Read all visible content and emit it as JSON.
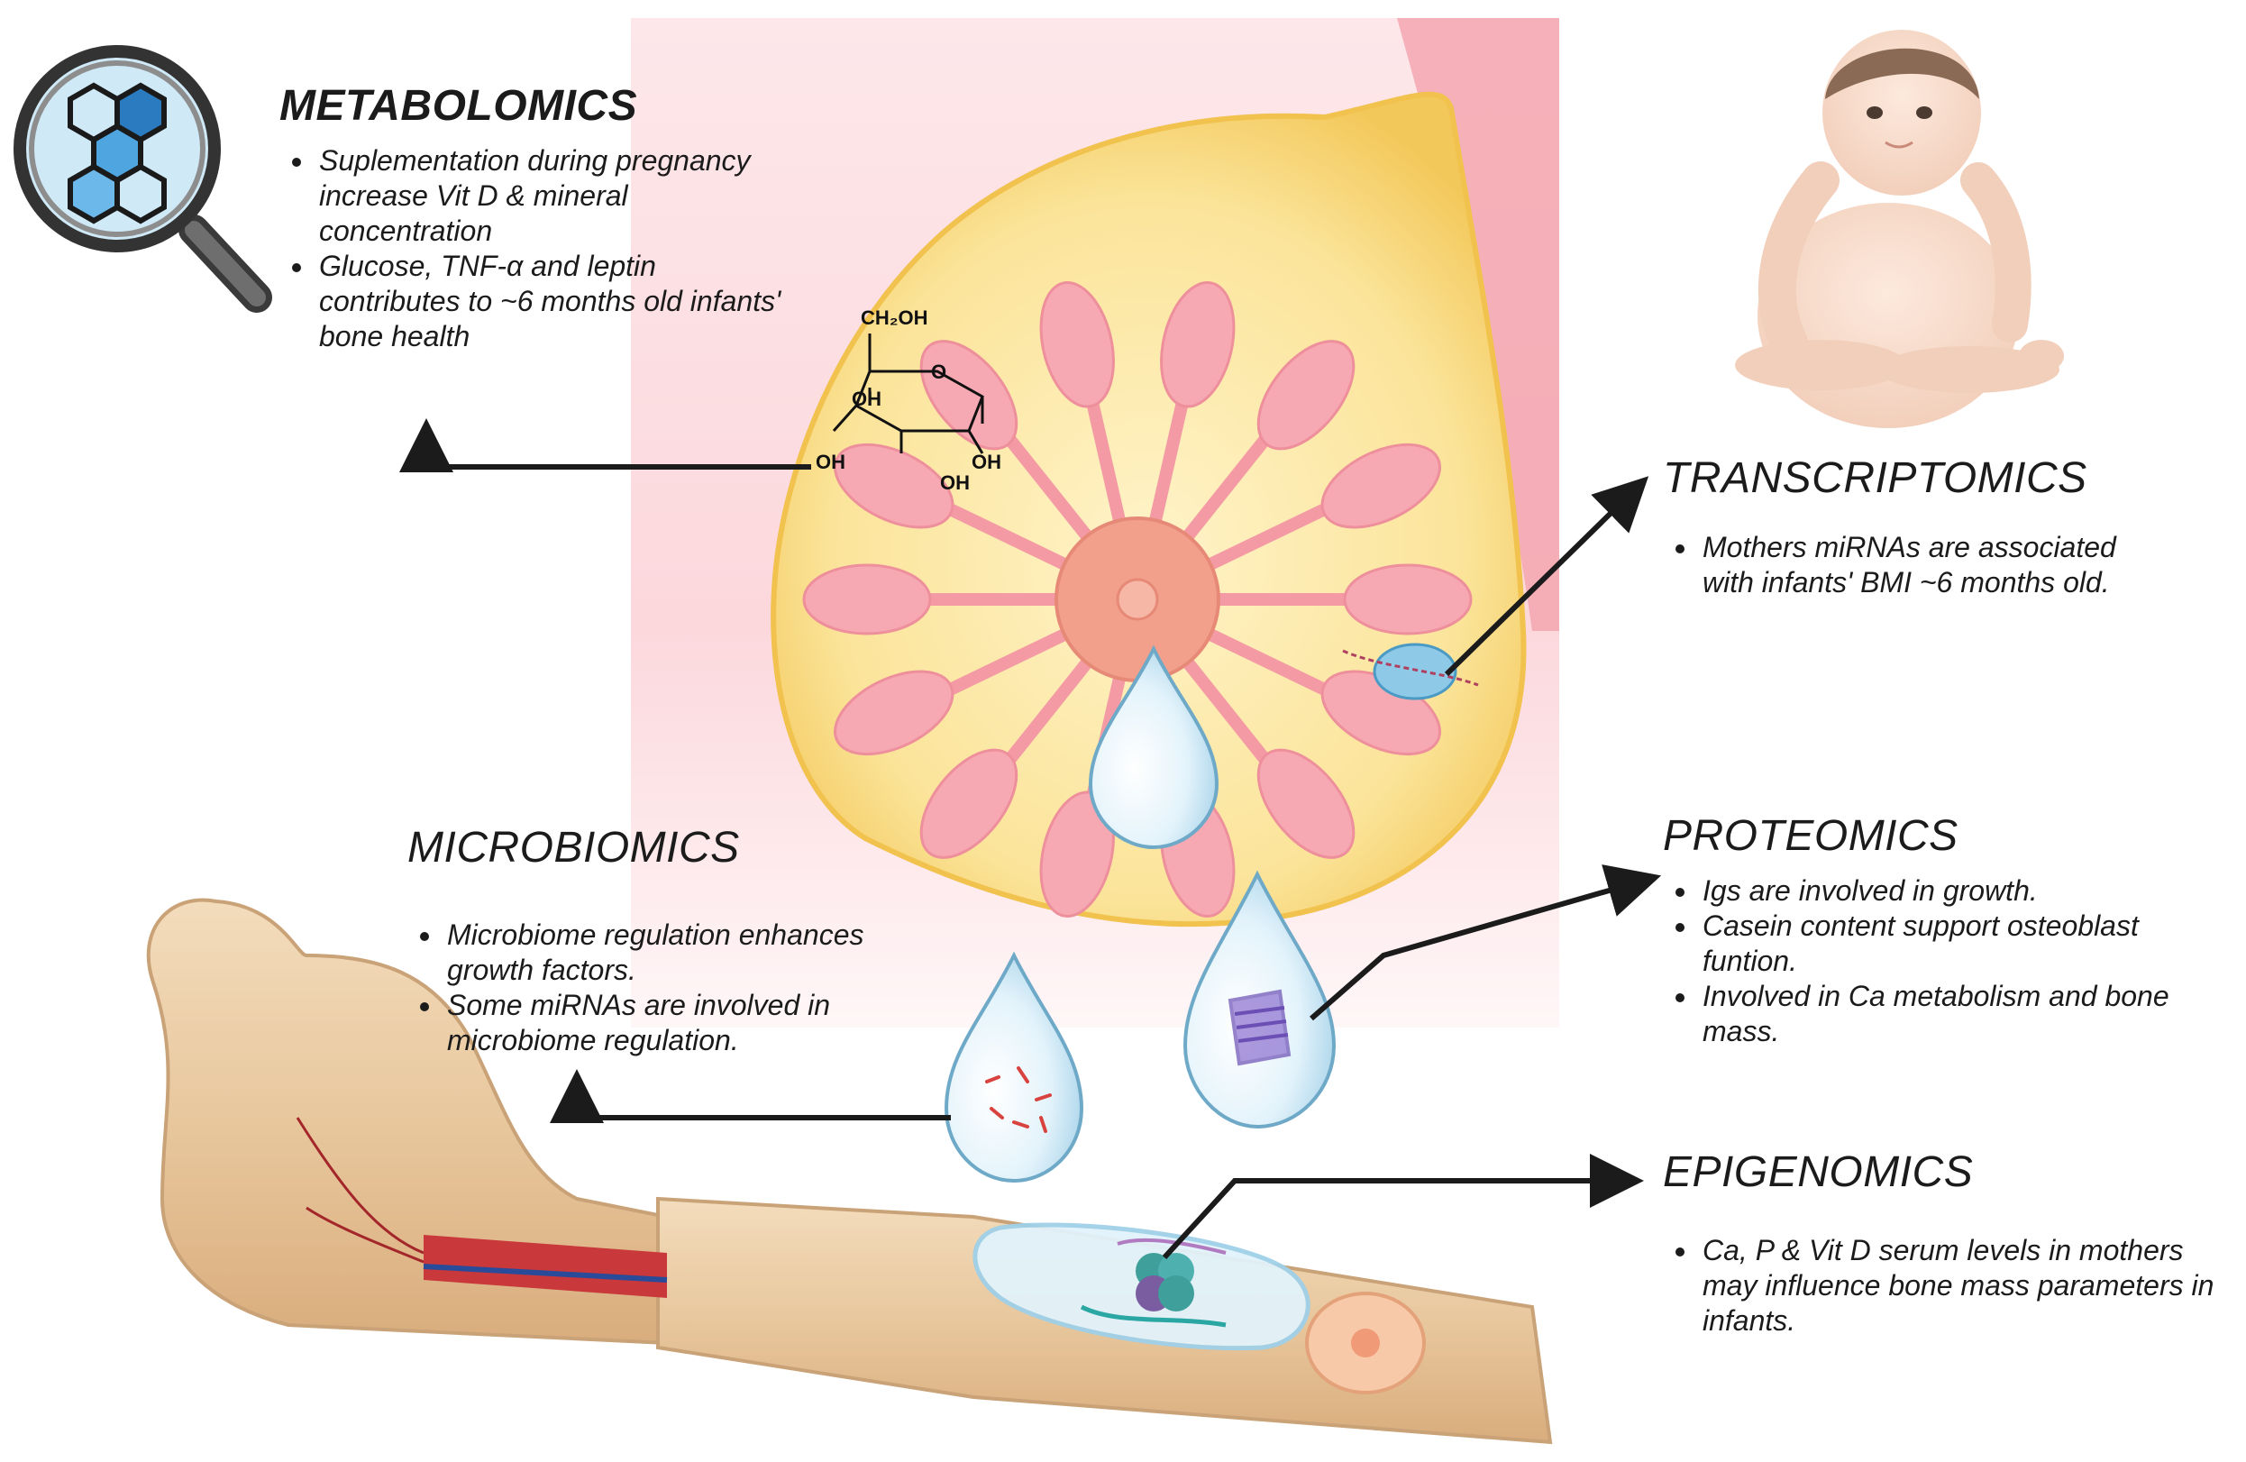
{
  "panels": {
    "metabolomics": {
      "title": "METABOLOMICS",
      "items": [
        "Suplementation during pregnancy increase Vit D & mineral concentration",
        "Glucose, TNF-α and leptin contributes to ~6 months old infants' bone health"
      ]
    },
    "transcriptomics": {
      "title": "TRANSCRIPTOMICS",
      "items": [
        "Mothers miRNAs are associated with infants' BMI ~6 months old."
      ]
    },
    "proteomics": {
      "title": "PROTEOMICS",
      "items": [
        "Igs are involved in growth.",
        "Casein content support osteoblast funtion.",
        "Involved in Ca metabolism and bone mass."
      ]
    },
    "microbiomics": {
      "title": "MICROBIOMICS",
      "items": [
        "Microbiome regulation enhances growth factors.",
        "Some miRNAs are involved in microbiome regulation."
      ]
    },
    "epigenomics": {
      "title": "EPIGENOMICS",
      "items": [
        "Ca, P & Vit D serum levels in mothers may influence bone mass parameters in infants."
      ]
    }
  },
  "glucose_labels": {
    "ch2oh": "CH₂OH",
    "ring_o": "O",
    "oh1": "OH",
    "oh2": "OH",
    "oh3": "OH",
    "oh4": "OH"
  },
  "colors": {
    "skin_pink": "#f4a7b0",
    "breast_yellow": "#fbe49a",
    "lobule_pink": "#f39aa5",
    "droplet_blue": "#d8eef8",
    "bone_tan": "#e6c9a3",
    "marrow_red": "#c9383b",
    "text": "#1b1b1b"
  }
}
